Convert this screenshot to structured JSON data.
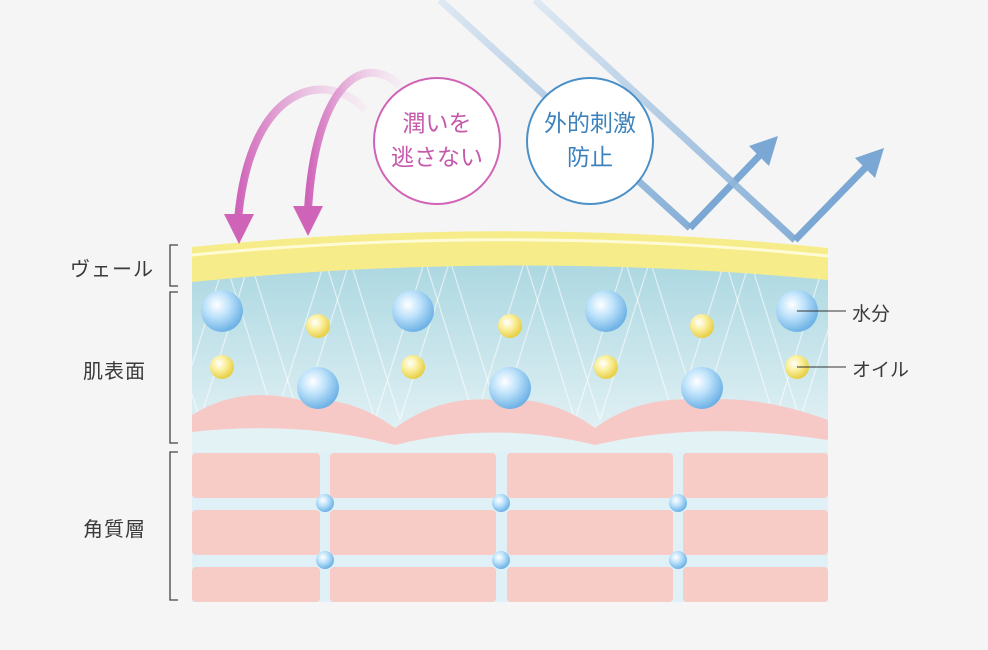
{
  "labels": {
    "veil": "ヴェール",
    "skin_surface": "肌表面",
    "stratum_corneum": "角質層",
    "water": "水分",
    "oil": "オイル"
  },
  "badges": {
    "moisture": {
      "line1": "潤いを",
      "line2": "逃さない",
      "color": "#d163b6"
    },
    "stimulus": {
      "line1": "外的刺激",
      "line2": "防止",
      "color": "#4a90c8"
    }
  },
  "colors": {
    "veil": "#f6ec8a",
    "surface": "#cfe7ec",
    "cell": "#f7ccc6",
    "moisture_arrow": "#cf63b8",
    "stimulus_arrow": "#7aa7d3",
    "water_drop": "#8ec8f0",
    "oil_drop": "#f3e27a"
  }
}
